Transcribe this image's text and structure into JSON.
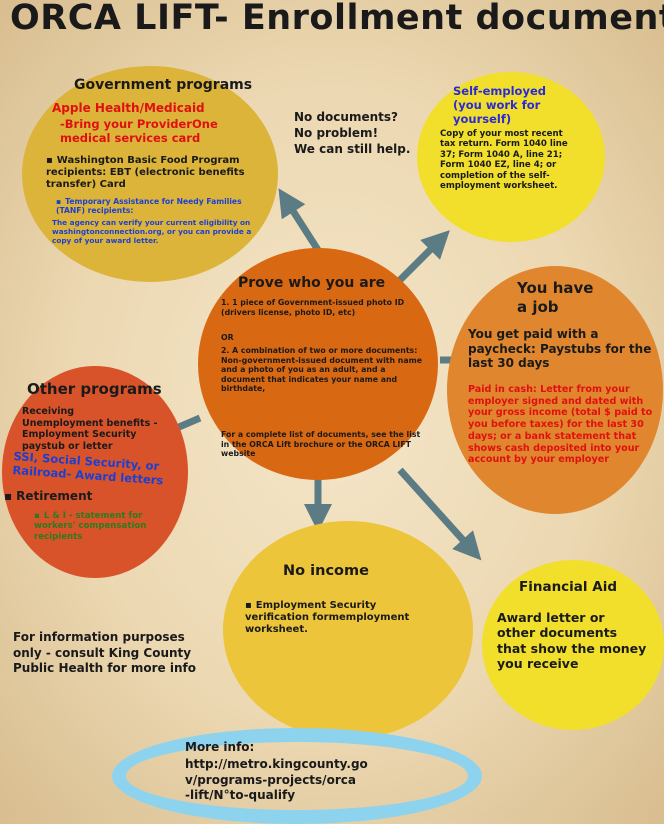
{
  "title": "ORCA LIFT- Enrollment documents",
  "colors": {
    "gold": "#dcb43a",
    "orange_center": "#d96812",
    "orange_job": "#e0862e",
    "red_other": "#d9532a",
    "yellow": "#f1df2c",
    "arrow": "#5b7b85",
    "ring": "#8ed3ee"
  },
  "gov": {
    "heading": "Government programs",
    "apple": "Apple Health/Medicaid",
    "apple_sub": "-Bring your ProviderOne medical services card",
    "basic_food": "Washington Basic Food Program recipients: EBT (electronic benefits transfer) Card",
    "tanf": "Temporary Assistance for Needy Families (TANF) recipients:",
    "tanf_detail": "The agency can verify your current eligibility on washingtonconnection.org, or you can provide a copy of your award letter."
  },
  "no_docs": {
    "text": "No documents?\nNo problem!\nWe can still help."
  },
  "self_employed": {
    "heading": "Self-employed\n(you work for\nyourself)",
    "body": "Copy of your most recent tax return. Form 1040 line 37; Form 1040 A, line 21; Form 1040 EZ, line 4; or completion of the self-employment worksheet."
  },
  "center": {
    "heading": "Prove who you are",
    "p1": "1. 1 piece of Government-issued photo ID (drivers license, photo ID, etc)",
    "or": "OR",
    "p2": "2. A combination of two or more documents: Non-government-issued document with name and a photo of you as an adult, and a document that indicates your name and birthdate,",
    "p3": "For a complete list of documents, see the list in the ORCA Lift brochure or the ORCA LIFT website"
  },
  "job": {
    "heading": "You have\na job",
    "paycheck": "You get paid with a paycheck: Paystubs for the last 30 days",
    "cash": "Paid in cash: Letter from your employer signed and dated with your gross income (total $ paid to you before taxes) for the last 30 days; or a bank statement that shows cash deposited into your account by your employer"
  },
  "other": {
    "heading": "Other programs",
    "unemployment": "Receiving Unemployment benefits -Employment Security paystub or letter",
    "ssi": "SSI, Social Security, or Railroad- Award letters",
    "retirement": "Retirement",
    "lni": "L & I - statement for workers' compensation recipients"
  },
  "no_income": {
    "heading": "No income",
    "body": "Employment Security verification formemployment worksheet."
  },
  "financial_aid": {
    "heading": "Financial Aid",
    "body": "Award letter or other documents that show the money you receive"
  },
  "info_note": "For information purposes only - consult King County Public Health for more info",
  "more_info": {
    "label": "More info:",
    "url": "http://metro.kingcounty.go\nv/programs-projects/orca\n-lift/N°to-qualify"
  }
}
